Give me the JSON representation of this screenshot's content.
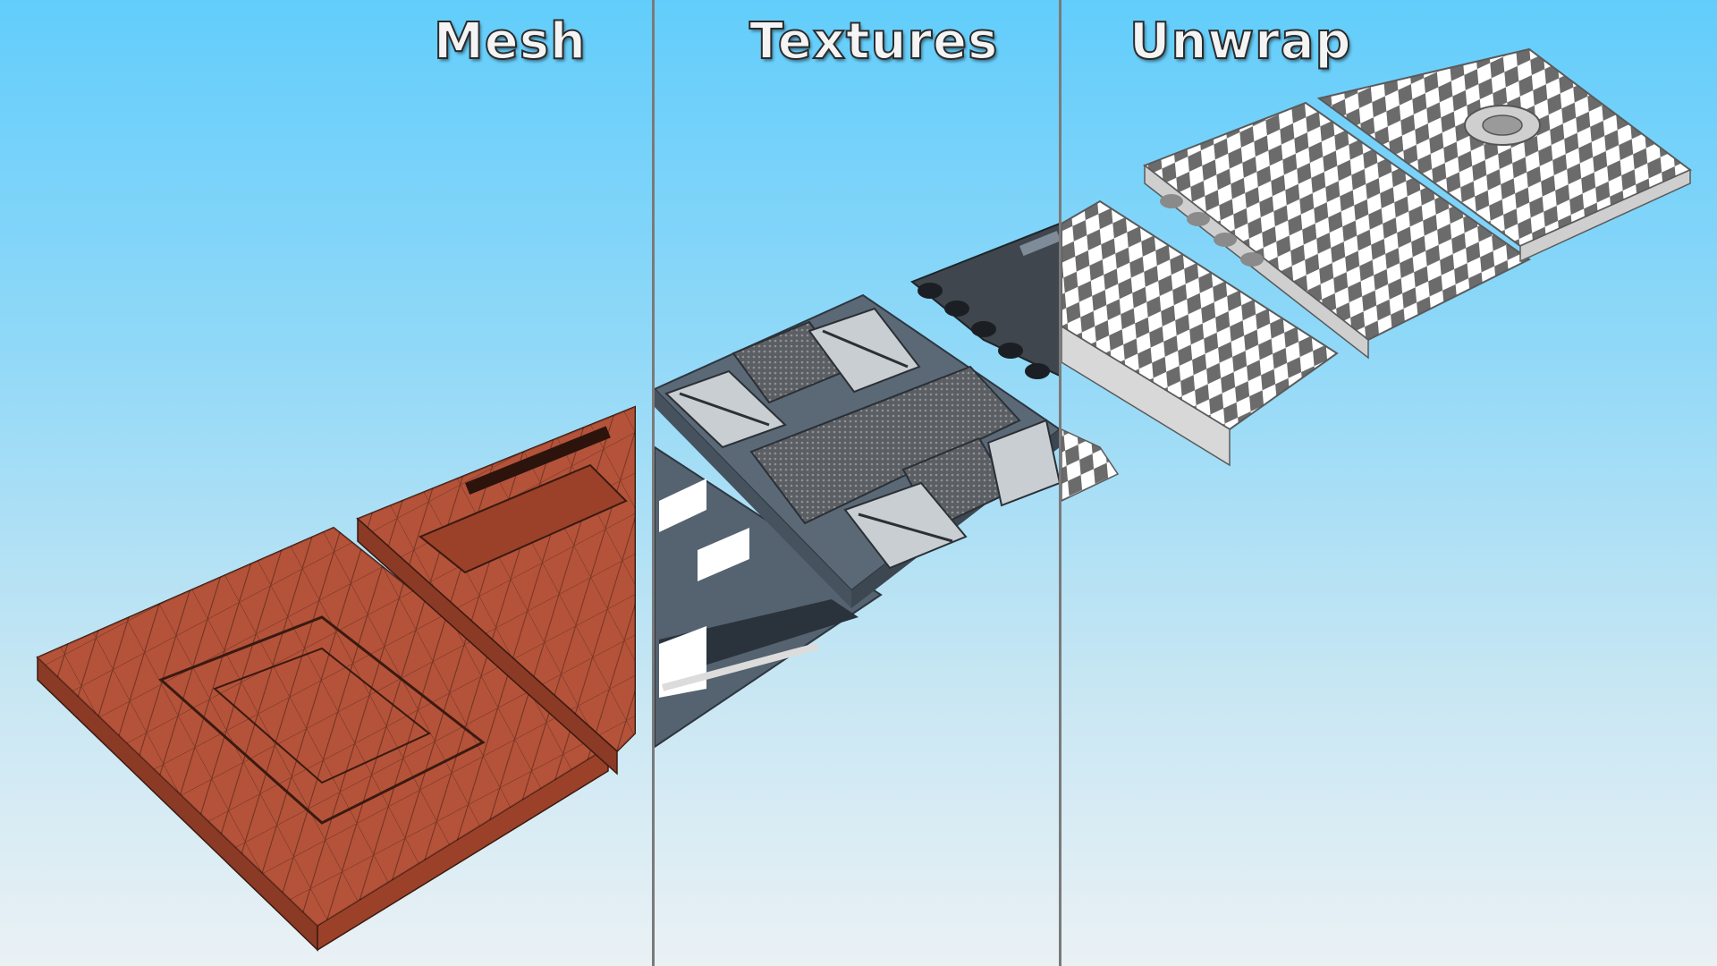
{
  "sections": [
    {
      "label": "Mesh",
      "key": "mesh"
    },
    {
      "label": "Textures",
      "key": "textures"
    },
    {
      "label": "Unwrap",
      "key": "unwrap"
    }
  ],
  "colors": {
    "sky_top": "#62cdfb",
    "sky_bottom": "#eaf1f5",
    "mesh": "#b4533a",
    "texture_panel": "#4e5d6b",
    "checker_dark": "#6b6b6b",
    "checker_light": "#ffffff",
    "divider": "#7a7a7a"
  }
}
